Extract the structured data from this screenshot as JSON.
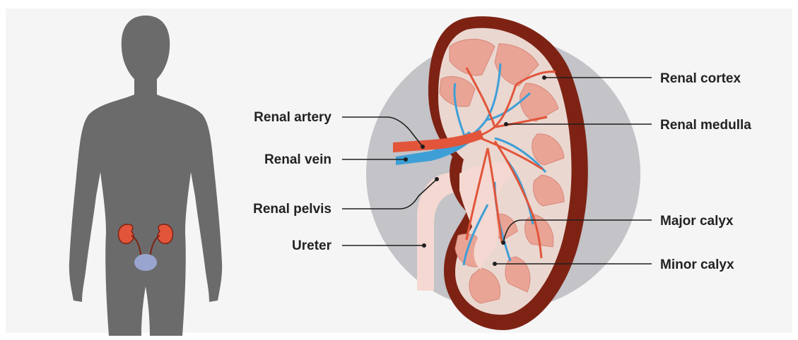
{
  "labels": {
    "renal_artery": "Renal artery",
    "renal_vein": "Renal vein",
    "renal_pelvis": "Renal pelvis",
    "ureter": "Ureter",
    "renal_cortex": "Renal cortex",
    "renal_medulla": "Renal medulla",
    "major_calyx": "Major calyx",
    "minor_calyx": "Minor calyx"
  },
  "colors": {
    "background": "#f5f5f6",
    "body_silhouette": "#6b6b6c",
    "backdrop_circle": "#c3c3c8",
    "cortex_outer": "#7e2314",
    "cortex_inner": "#ead7d0",
    "pyramid": "#e9a495",
    "artery": "#e2553a",
    "vein": "#3e9fd6",
    "pelvis": "#f4d8d1",
    "bladder": "#9aa5cf",
    "kidney_small": "#e2553a"
  }
}
